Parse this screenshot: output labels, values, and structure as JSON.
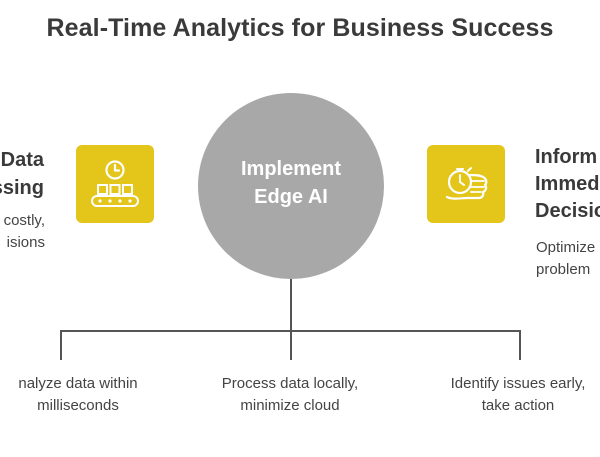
{
  "title": "Real-Time Analytics for Business Success",
  "center": {
    "lines": [
      "Implement",
      "Edge AI"
    ]
  },
  "left_branch": {
    "title_lines": [
      "Data",
      "ssing"
    ],
    "desc_lines": [
      "costly,",
      "isions"
    ],
    "icon": "clock-conveyor-icon"
  },
  "right_branch": {
    "title_lines": [
      "Inform",
      "Immed",
      "Decisio"
    ],
    "desc_lines": [
      "Optimize",
      "problem"
    ],
    "icon": "hand-stopwatch-icon"
  },
  "bottom_items": [
    {
      "lines": [
        "nalyze data within",
        "milliseconds"
      ]
    },
    {
      "lines": [
        "Process data locally,",
        "minimize cloud"
      ]
    },
    {
      "lines": [
        "Identify issues early,",
        "take action"
      ]
    }
  ],
  "colors": {
    "accent": "#e4c51a",
    "circle": "#a8a8a8",
    "line": "#555555"
  }
}
